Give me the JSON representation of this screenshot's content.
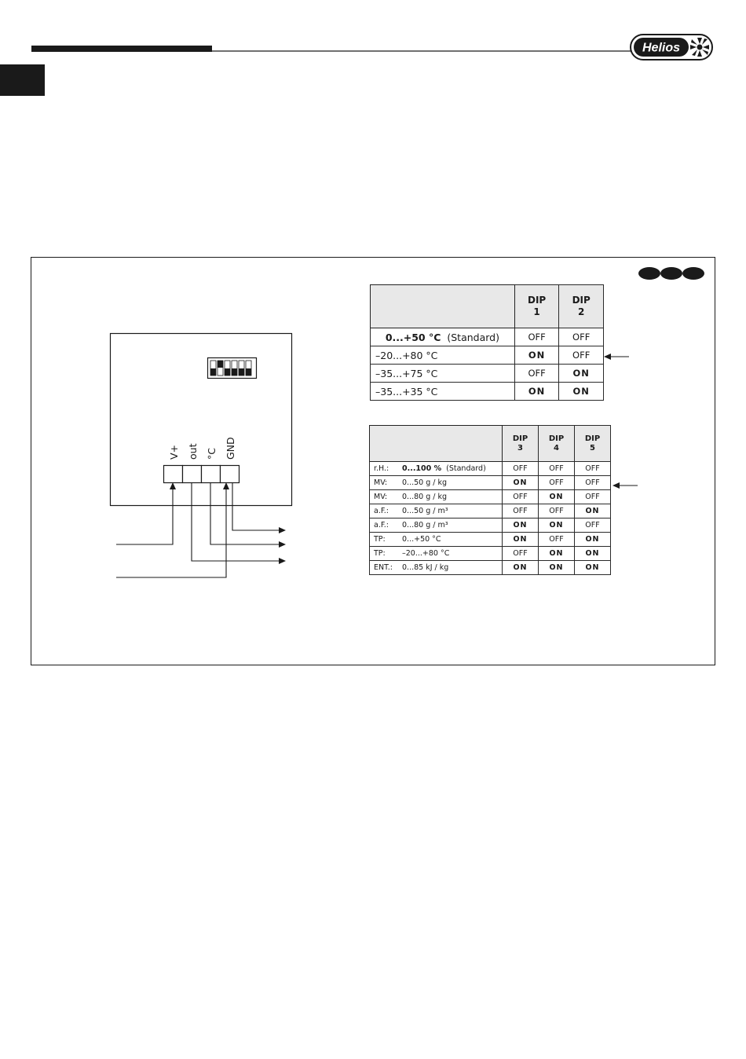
{
  "header": {
    "logo_text": "Helios"
  },
  "table_temperature": {
    "columns": [
      "DIP\n1",
      "DIP\n2"
    ],
    "rows": [
      {
        "range": "0...+50 °C",
        "note": "(Standard)",
        "values": [
          "OFF",
          "OFF"
        ]
      },
      {
        "range": "–20...+80 °C",
        "note": "",
        "values": [
          "ON",
          "OFF"
        ]
      },
      {
        "range": "–35...+75 °C",
        "note": "",
        "values": [
          "OFF",
          "ON"
        ]
      },
      {
        "range": "–35...+35 °C",
        "note": "",
        "values": [
          "ON",
          "ON"
        ]
      }
    ]
  },
  "table_humidity": {
    "columns": [
      "DIP\n3",
      "DIP\n4",
      "DIP\n5"
    ],
    "rows": [
      {
        "label": "r.H.:",
        "range": "0...100 %",
        "note": "(Standard)",
        "values": [
          "OFF",
          "OFF",
          "OFF"
        ]
      },
      {
        "label": "MV:",
        "range": "0...50 g / kg",
        "note": "",
        "values": [
          "ON",
          "OFF",
          "OFF"
        ]
      },
      {
        "label": "MV:",
        "range": "0...80 g / kg",
        "note": "",
        "values": [
          "OFF",
          "ON",
          "OFF"
        ]
      },
      {
        "label": "a.F.:",
        "range": "0...50 g / m³",
        "note": "",
        "values": [
          "OFF",
          "OFF",
          "ON"
        ]
      },
      {
        "label": "a.F.:",
        "range": "0...80 g / m³",
        "note": "",
        "values": [
          "ON",
          "ON",
          "OFF"
        ]
      },
      {
        "label": "TP:",
        "range": "0...+50 °C",
        "note": "",
        "values": [
          "ON",
          "OFF",
          "ON"
        ]
      },
      {
        "label": "TP:",
        "range": "–20...+80 °C",
        "note": "",
        "values": [
          "OFF",
          "ON",
          "ON"
        ]
      },
      {
        "label": "ENT.:",
        "range": "0...85 kJ / kg",
        "note": "",
        "values": [
          "ON",
          "ON",
          "ON"
        ]
      }
    ]
  },
  "terminals": [
    "V+",
    "out",
    "°C",
    "GND"
  ]
}
